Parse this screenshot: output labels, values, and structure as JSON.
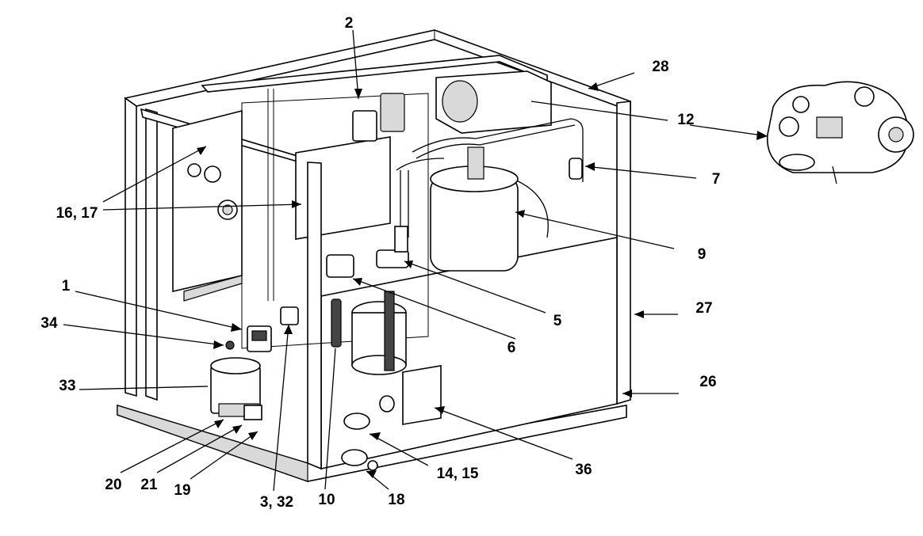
{
  "labels": {
    "l1": "1",
    "l2": "2",
    "l3_32": "3, 32",
    "l5": "5",
    "l6": "6",
    "l7": "7",
    "l9": "9",
    "l10": "10",
    "l12": "12",
    "l14_15": "14, 15",
    "l16_17": "16, 17",
    "l18": "18",
    "l19": "19",
    "l20": "20",
    "l21": "21",
    "l26": "26",
    "l27": "27",
    "l28": "28",
    "l33": "33",
    "l34": "34",
    "l36": "36"
  }
}
